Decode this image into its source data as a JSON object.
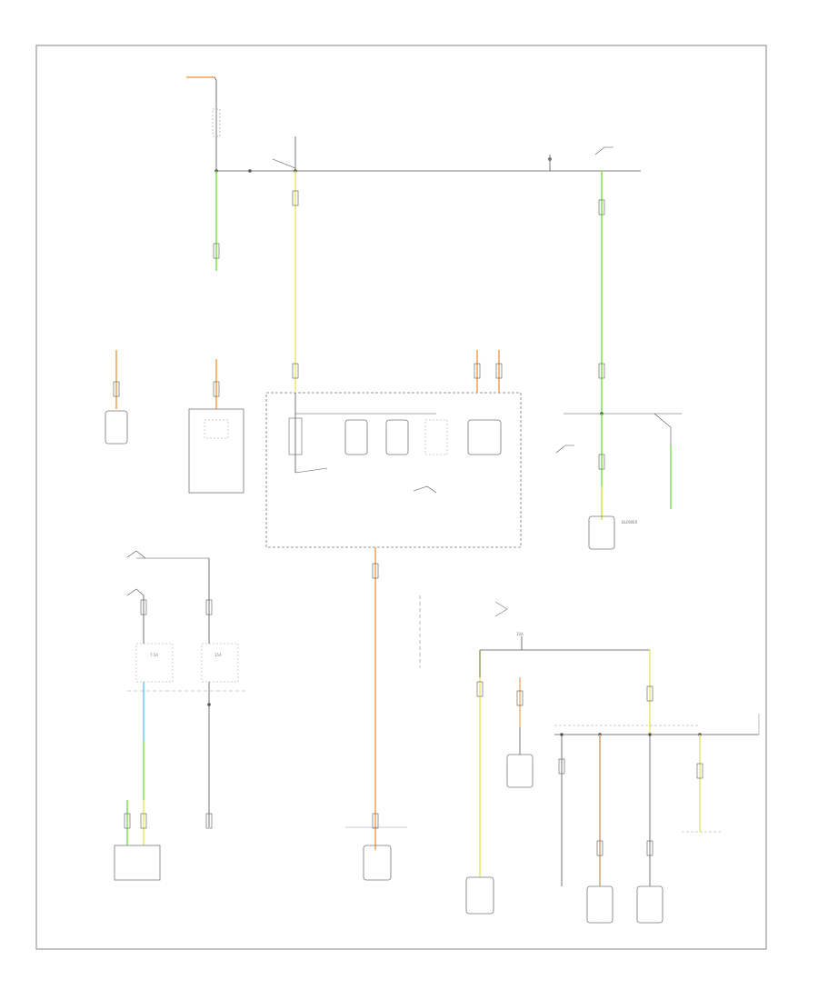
{
  "diagram": {
    "footer_code": "",
    "labels": {
      "blower_motor": "BLOWER",
      "fuse_10a": "10A",
      "fuse_15a": "15A",
      "fuse_7_5a": "7.5A"
    },
    "colors": {
      "frame": "#9a9a9a",
      "wire_black": "#555555",
      "wire_green": "#7ee05a",
      "wire_yellow": "#e8e86a",
      "wire_orange": "#f0a050",
      "wire_blue": "#70c8f0",
      "wire_tan": "#d8b48a"
    }
  }
}
